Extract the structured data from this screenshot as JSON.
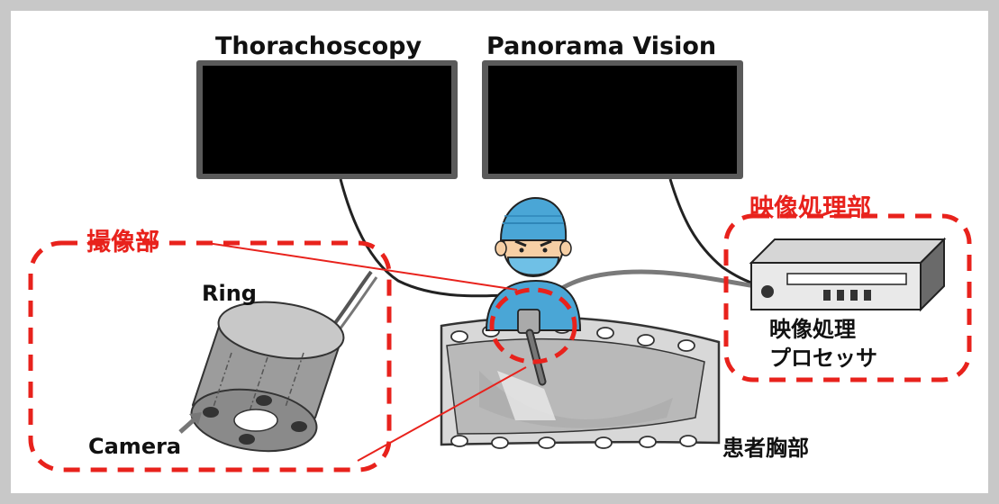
{
  "monitors": {
    "left_title": "Thorachoscopy",
    "right_title": "Panorama Vision"
  },
  "groups": {
    "imaging_unit": "撮像部",
    "image_processing_unit": "映像処理部"
  },
  "labels": {
    "ring": "Ring",
    "camera": "Camera",
    "processor_line1": "映像処理",
    "processor_line2": "プロセッサ",
    "patient_chest": "患者胸部"
  },
  "colors": {
    "accent_red": "#e8221c",
    "screen": "#000000",
    "monitor_frame": "#5a5a5a",
    "surgeon_cap": "#4aa6d6",
    "chest_gray": "#c4c4c4"
  }
}
